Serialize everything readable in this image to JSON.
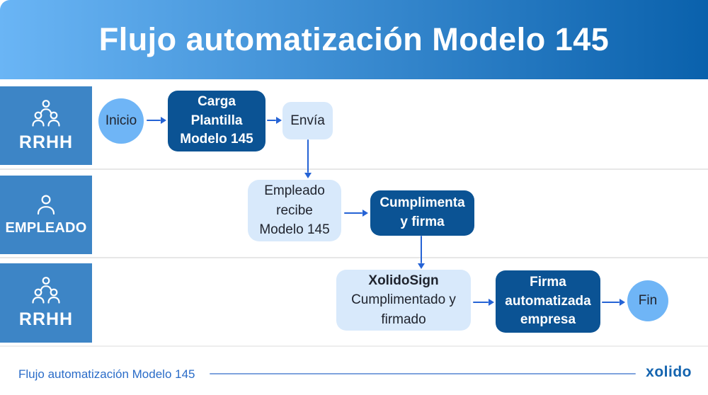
{
  "header": {
    "title": "Flujo automatización Modelo 145"
  },
  "lanes": [
    {
      "label": "RRHH",
      "icon": "team-icon"
    },
    {
      "label": "EMPLEADO",
      "icon": "person-icon"
    },
    {
      "label": "RRHH",
      "icon": "team-icon"
    }
  ],
  "nodes": {
    "start": {
      "label": "Inicio"
    },
    "carga": {
      "lines": [
        "Carga",
        "Plantilla",
        "Modelo 145"
      ]
    },
    "envia": {
      "label": "Envía"
    },
    "recibe": {
      "lines": [
        "Empleado",
        "recibe",
        "Modelo 145"
      ]
    },
    "cumplimenta": {
      "lines": [
        "Cumplimenta",
        "y firma"
      ]
    },
    "xolidosign": {
      "title": "XolidoSign",
      "lines": [
        "Cumplimentado y",
        "firmado"
      ]
    },
    "firma": {
      "lines": [
        "Firma",
        "automatizada",
        "empresa"
      ]
    },
    "end": {
      "label": "Fin"
    }
  },
  "footer": {
    "caption": "Flujo automatización Modelo 145",
    "brand": "xolido"
  },
  "colors": {
    "header_grad_left": "#6ab5f5",
    "header_grad_right": "#0a61ac",
    "lane_label_bg": "#3d85c6",
    "node_dark_bg": "#0b5394",
    "node_light_bg": "#d8e9fb",
    "terminal_bg": "#6fb5f6",
    "arrow": "#2563d5",
    "dark_text": "#20242e",
    "footer_text": "#2a6cc8",
    "brand_text": "#1464af",
    "separator": "#e7e7e7",
    "footer_rule": "#7fa3dd"
  }
}
